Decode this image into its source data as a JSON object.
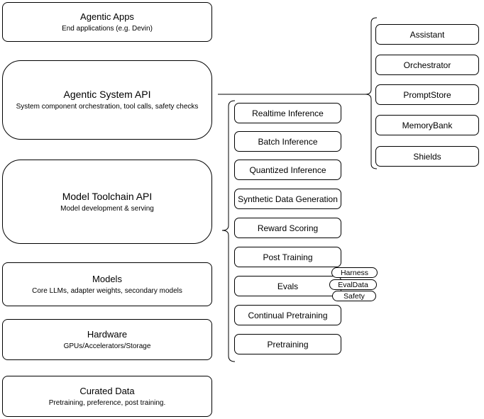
{
  "diagram": {
    "left_stack": [
      {
        "title": "Agentic Apps",
        "subtitle": "End applications (e.g. Devin)"
      },
      {
        "title": "Agentic System API",
        "subtitle": "System component orchestration, tool calls, safety checks"
      },
      {
        "title": "Model Toolchain API",
        "subtitle": "Model development & serving"
      },
      {
        "title": "Models",
        "subtitle": "Core LLMs, adapter weights, secondary models"
      },
      {
        "title": "Hardware",
        "subtitle": "GPUs/Accelerators/Storage"
      },
      {
        "title": "Curated Data",
        "subtitle": "Pretraining, preference, post training."
      }
    ],
    "toolchain_items": [
      {
        "label": "Realtime Inference"
      },
      {
        "label": "Batch Inference"
      },
      {
        "label": "Quantized Inference"
      },
      {
        "label": "Synthetic Data Generation"
      },
      {
        "label": "Reward Scoring"
      },
      {
        "label": "Post Training"
      },
      {
        "label": "Evals"
      },
      {
        "label": "Continual Pretraining"
      },
      {
        "label": "Pretraining"
      }
    ],
    "evals_tags": [
      {
        "label": "Harness"
      },
      {
        "label": "EvalData"
      },
      {
        "label": "Safety"
      }
    ],
    "system_components": [
      {
        "label": "Assistant"
      },
      {
        "label": "Orchestrator"
      },
      {
        "label": "PromptStore"
      },
      {
        "label": "MemoryBank"
      },
      {
        "label": "Shields"
      }
    ],
    "colors": {
      "border": "#000000",
      "background": "#ffffff",
      "text": "#000000"
    }
  }
}
